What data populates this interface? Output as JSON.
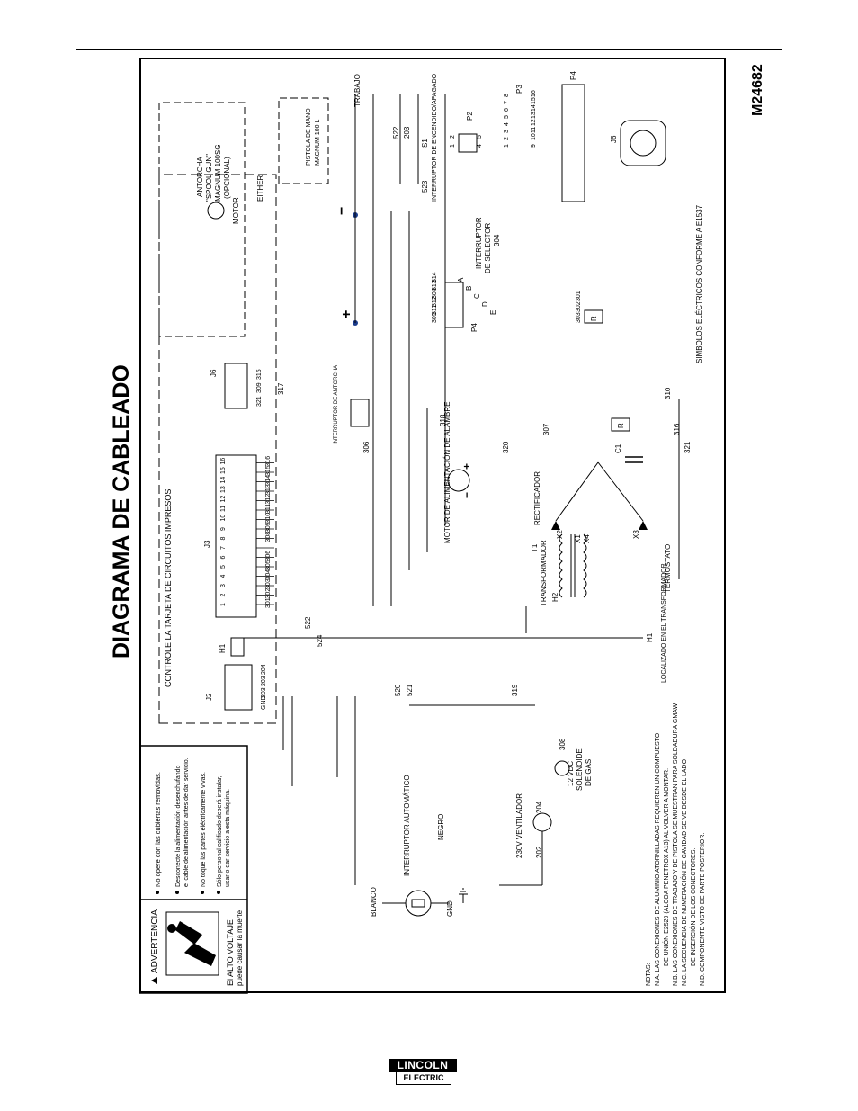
{
  "title": "DIAGRAMA DE CABLEADO",
  "drawing_number": "M24682",
  "warning": {
    "header": "ADVERTENCIA",
    "voltage_line1": "El ALTO VOLTAJE",
    "voltage_line2": "puede causar la muerte",
    "bullets": [
      "No opere con las cubiertas removidas.",
      "Desconecte la alimentación desenchufando",
      "el cable de alimentación antes de dar servicio.",
      "No toque las partes eléctricamente vivas.",
      "Sólo personal calificado deberá instalar,",
      "usar o dar servicio a esta máquina."
    ]
  },
  "labels": {
    "control_board": "CONTROLE LA TARJETA DE CIRCUITOS IMPRESOS",
    "j2": "J2",
    "j3": "J3",
    "j6": "J6",
    "h1": "H1",
    "h2": "H2",
    "gnd": "GND",
    "torch_switch": "INTERRUPTOR DE ANTORCHA",
    "wire_feed_motor": "MOTOR DE ALIMENTACIÓN DE ALAMBRE",
    "transformer": "TRANSFORMADOR",
    "t1": "T1",
    "rectifier": "RECTIFICADOR",
    "thermostat": "TERMOSTATO",
    "located_in_transformer": "LOCALIZADO EN EL TRANSFORMADOR",
    "selector_switch_1": "INTERRUPTOR",
    "selector_switch_2": "DE SELECTOR",
    "power_switch": "INTERRUPTOR DE ENCENDIDO/APAGADO",
    "s1": "S1",
    "work": "TRABAJO",
    "either": "EITHER",
    "spool_gun_1": "ANTORCHA",
    "spool_gun_2": "\"SPOOL GUN\"",
    "spool_gun_3": "MAGNUM 100SG",
    "spool_gun_4": "(OPCIONAL)",
    "motor": "MOTOR",
    "hand_gun_1": "PISTOLA DE MANO",
    "hand_gun_2": "MAGNUM 100 L",
    "circuit_breaker": "INTERRUPTOR AUTOMÁTICO",
    "white": "BLANCO",
    "black": "NEGRO",
    "fan": "230V VENTILADOR",
    "gas_solenoid_1": "12 VDC",
    "gas_solenoid_2": "SOLENOIDE",
    "gas_solenoid_3": "DE GAS",
    "c1": "C1",
    "r": "R",
    "p2": "P2",
    "p3": "P3",
    "p4": "P4",
    "electrical_symbols": "SIMBOLOS ELÉCTRICOS CONFORME A E1537",
    "x1": "X1",
    "x2": "X2",
    "x3": "X3",
    "x4": "X4",
    "plus": "+",
    "minus": "−"
  },
  "selector_positions": [
    "A",
    "B",
    "C",
    "D",
    "E"
  ],
  "j3_pins": [
    "1",
    "2",
    "3",
    "4",
    "5",
    "6",
    "7",
    "8",
    "9",
    "10",
    "11",
    "12",
    "13",
    "14",
    "15",
    "16"
  ],
  "j3_wires": [
    "301",
    "302",
    "303",
    "304",
    "305",
    "306",
    "",
    "308",
    "309",
    "310",
    "311",
    "312",
    "313",
    "314",
    "315",
    "316"
  ],
  "j2_wires": [
    "GND",
    "203",
    "203",
    "204"
  ],
  "j6_wires": [
    "321",
    "309",
    "315"
  ],
  "p4_wires": [
    "305",
    "311",
    "312",
    "304",
    "313",
    "314"
  ],
  "pot_wires": [
    "303",
    "302",
    "301"
  ],
  "misc_wires": {
    "w522": "522",
    "w524": "524",
    "w520": "520",
    "w521": "521",
    "w319": "319",
    "w308": "308",
    "w317": "317",
    "w318": "318",
    "w320": "320",
    "w307": "307",
    "w310": "310",
    "w316": "316",
    "w321": "321",
    "w306": "306",
    "w204": "204",
    "w202": "202",
    "w203": "203",
    "w523": "523",
    "w304": "304",
    "w522b": "522"
  },
  "p3_top_pins": [
    "1",
    "2",
    "3",
    "4",
    "5",
    "6",
    "7",
    "8"
  ],
  "p3_bottom_pins": [
    "9",
    "10",
    "11",
    "12",
    "13",
    "14",
    "15",
    "16"
  ],
  "p2_pins": [
    "1",
    "2",
    "4",
    "5"
  ],
  "notes": {
    "header": "NOTAS:",
    "lines": [
      "N.A.  LAS CONEXIONES DE ALUMINIO ATORNILLADAS REQUIEREN UN COMPUESTO",
      "DE UNIÓN E2529 (ALCOA  PENETROX A13) AL VOLVER A MONTAR.",
      "N.B.  LAS CONEXIONES DE TRABAJO Y DE PISTOLA SE MUESTRAN PARA SOLDADURA GMAW.",
      "N.C.  LA SECUENCIA DE NUMERACIÓN DE CAVIDAD SE VE DESDE EL LADO",
      "DE INSERCIÓN DE LOS CONECTORES.",
      "N.D. COMPONENTE VISTO DE PARTE POSTERIOR."
    ]
  },
  "logo": {
    "top": "LINCOLN",
    "bottom": "ELECTRIC"
  }
}
